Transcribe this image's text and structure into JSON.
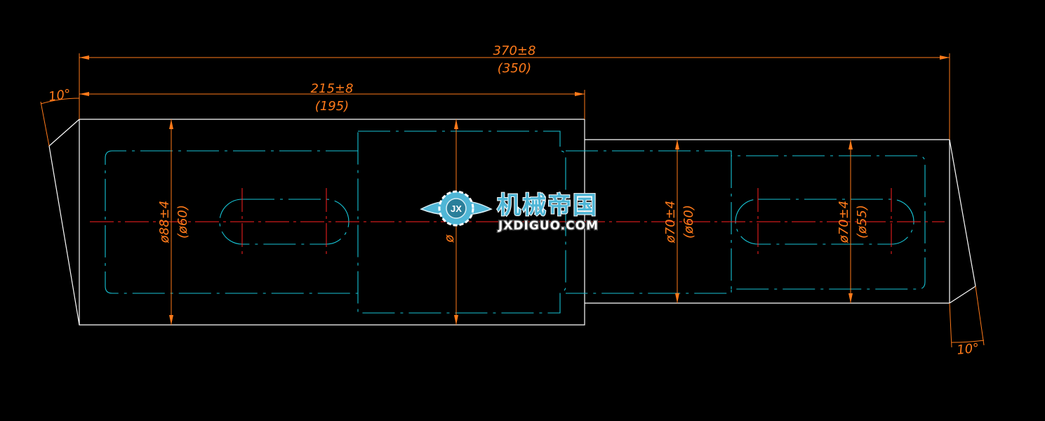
{
  "colors": {
    "background": "#000000",
    "outline": "#ffffff",
    "hidden_line": "#17c5d6",
    "center_line": "#ff2020",
    "dimension": "#ff7a1a",
    "logo_body": "#4fb6d6"
  },
  "dimensions": {
    "overall_length": "370±8",
    "overall_length_ref": "(350)",
    "left_length": "215±8",
    "left_length_ref": "(195)",
    "left_angle": "10°",
    "right_angle": "10°",
    "dia_left": "ø88±4",
    "dia_left_ref": "(ø60)",
    "dia_mid_right": "ø70±4",
    "dia_mid_right_ref": "(ø60)",
    "dia_right": "ø70±4",
    "dia_right_ref": "(ø55)",
    "dia_center_partial": "ø"
  },
  "watermark": {
    "badge": "JX",
    "name_cn": "机械帝国",
    "name_en": "JXDIGUO.COM",
    "icon": "winged-gear-icon"
  }
}
